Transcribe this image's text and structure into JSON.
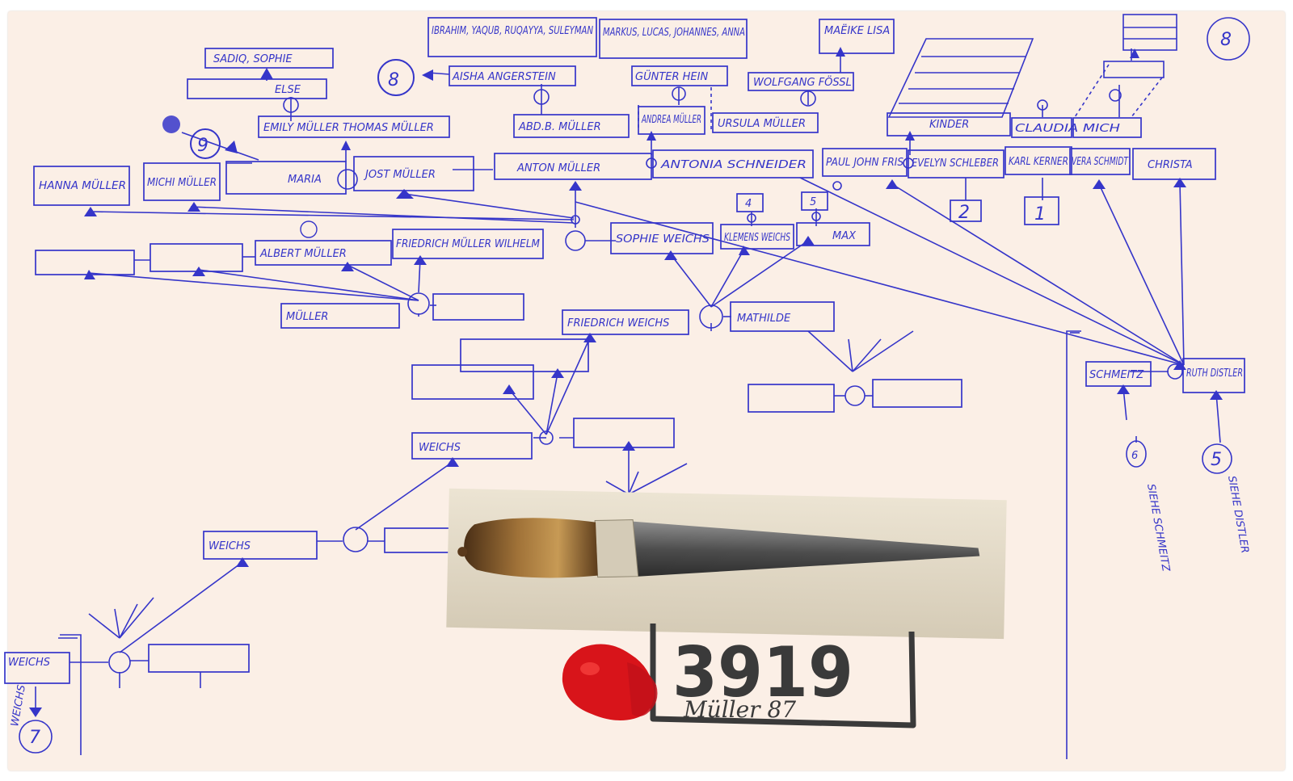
{
  "sheet": {
    "number_label": "3919",
    "signature": "Müller 87",
    "page_marker": "8",
    "corner_marker": "7"
  },
  "labels": {
    "sadiq_sophie": "SADIQ, SOPHIE",
    "else": "ELSE",
    "emily_thomas": "EMILY MÜLLER THOMAS MÜLLER",
    "aisha": "AISHA ANGERSTEIN",
    "ibrahim": "IBRAHIM, YAQUB, RUQAYYA, SULEYMAN",
    "markus": "MARKUS, LUCAS, JOHANNES, ANNA",
    "maeike": "MAËIKE LISA",
    "guenter": "GÜNTER HEIN",
    "wolfgang": "WOLFGANG FÖSSL",
    "abd": "ABD.B. MÜLLER",
    "andrea": "ANDREA MÜLLER",
    "ursula": "URSULA MÜLLER",
    "kinder": "KINDER",
    "claudia": "CLAUDIA MICH",
    "hanna": "HANNA MÜLLER",
    "michi": "MICHI MÜLLER",
    "maria": "MARIA",
    "jost": "JOST MÜLLER",
    "anton": "ANTON MÜLLER",
    "antonia": "ANTONIA SCHNEIDER",
    "paul": "PAUL JOHN FRIS",
    "evelyn": "EVELYN SCHLEBER",
    "karl": "KARL KERNER",
    "vera": "VERA SCHMIDT",
    "christa": "CHRISTA",
    "wilhelm": "FRIEDRICH MÜLLER WILHELM",
    "albert": "ALBERT MÜLLER",
    "sophie_weichs": "SOPHIE WEICHS",
    "klemens": "KLEMENS WEICHS",
    "max": "MAX",
    "mueller": "MÜLLER",
    "friedrich_weichs": "FRIEDRICH WEICHS",
    "mathilde": "MATHILDE",
    "schmeitz": "SCHMEITZ",
    "ruth_distler": "RUTH DISTLER",
    "weichs1": "WEICHS",
    "weichs2": "WEICHS",
    "weichs3": "WEICHS",
    "siehe_schmeitz": "SIEHE SCHMEITZ",
    "siehe_distler": "SIEHE DISTLER"
  },
  "markers": {
    "m9": "9",
    "m4": "4",
    "m5": "5",
    "m2": "2",
    "m1": "1",
    "m6": "6",
    "m5b": "5",
    "m8_small": "8"
  },
  "colors": {
    "ink": "#3535c9",
    "paper": "#fbefe6",
    "stamp_ink": "#3a3a3a",
    "wax": "#d8141a"
  },
  "photo": {
    "subject": "dagger-with-horn-handle"
  }
}
